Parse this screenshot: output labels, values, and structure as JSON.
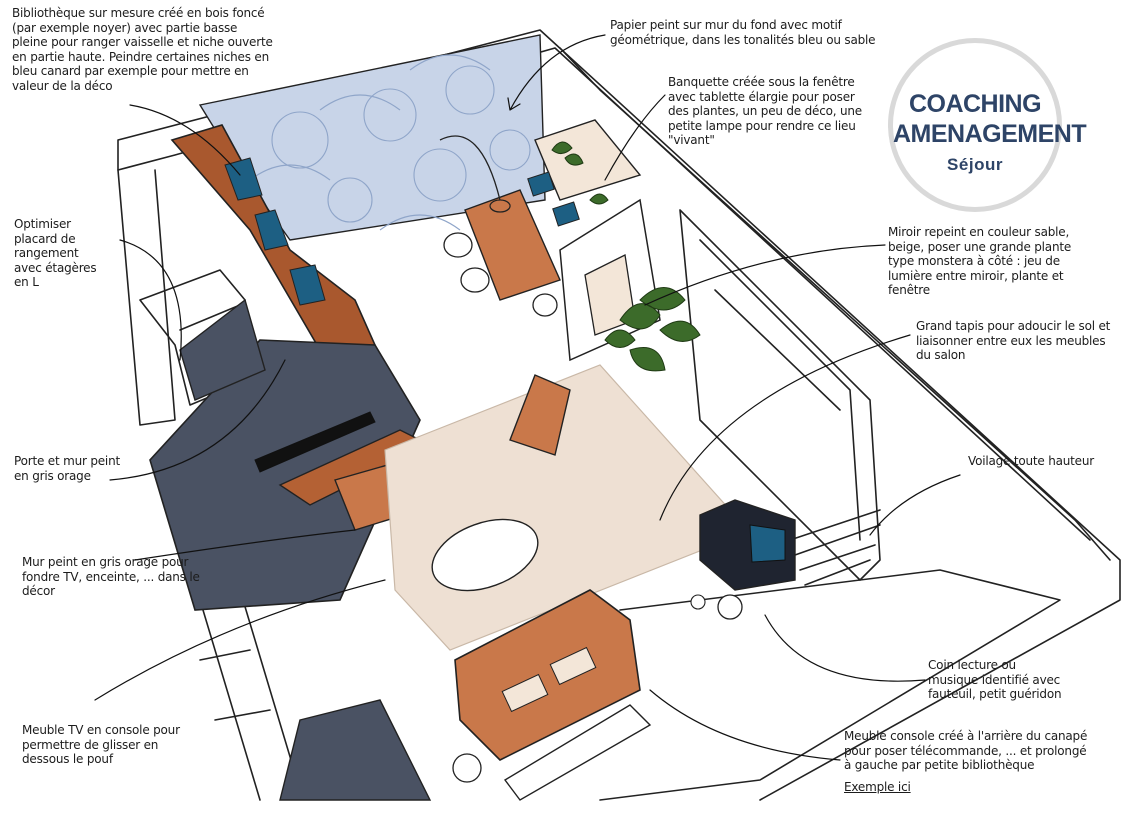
{
  "badge": {
    "line1": "COACHING",
    "line2": "AMENAGEMENT",
    "line3": "Séjour"
  },
  "notes": {
    "bibliotheque": "Bibliothèque sur mesure créé en bois foncé\n(par exemple noyer) avec partie basse\npleine pour ranger vaisselle et niche ouverte\nen partie haute. Peindre certaines niches en\nbleu canard  par exemple pour mettre en\nvaleur de la déco",
    "placard": "Optimiser\nplacard de\nrangement\navec étagères\nen L",
    "porte": "Porte et mur  peint\nen gris orage",
    "mur_tv": "Mur peint en gris orage pour\nfondre TV, enceinte, ... dans le\ndécor",
    "meuble_tv": "Meuble TV en console pour\npermettre de glisser en\ndessous le pouf",
    "papier_peint": "Papier peint sur mur du fond avec motif\ngéométrique, dans les tonalités bleu ou sable",
    "banquette": "Banquette créée sous la fenêtre\navec tablette élargie pour poser\ndes plantes, un peu de déco, une\npetite lampe pour rendre ce lieu\n\"vivant\"",
    "miroir": "Miroir repeint en couleur sable,\nbeige, poser une grande plante\ntype monstera à côté  : jeu de\nlumière entre miroir, plante et\nfenêtre",
    "tapis": "Grand tapis pour adoucir le sol et\nliaisonner entre eux les meubles\ndu salon",
    "voilage": "Voilage toute hauteur",
    "coin_lecture": "Coin lecture ou\nmusique identifié avec\nfauteuil, petit guéridon",
    "console_canape": "Meuble console créé à l'arrière du canapé\npour poser télécommande, ... et prolongé\nà gauche par petite bibliothèque",
    "exemple_link": "Exemple ici"
  },
  "colors": {
    "gris_orage": "#4a5263",
    "noyer": "#a9582e",
    "cognac": "#c9784a",
    "tapis": "#eee0d3",
    "bleu_canard": "#1d5f83",
    "papier_peint": "#c8d4e8",
    "plante": "#3c6b2a",
    "badge_text": "#2e4467",
    "badge_ring": "#d9d9d9"
  }
}
